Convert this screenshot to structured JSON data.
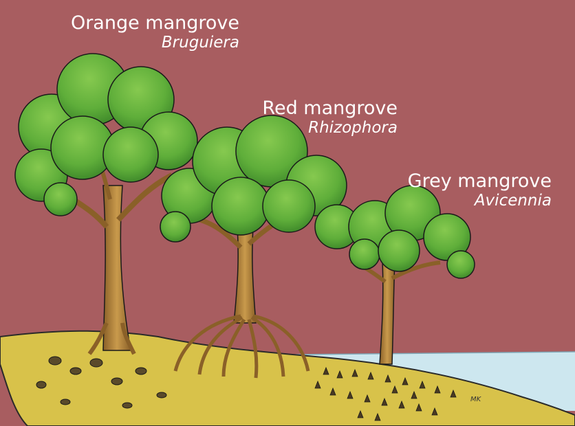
{
  "trees": [
    {
      "common_name": "Orange mangrove",
      "genus": "Bruguiera"
    },
    {
      "common_name": "Red mangrove",
      "genus": "Rhizophora"
    },
    {
      "common_name": "Grey mangrove",
      "genus": "Avicennia"
    }
  ],
  "artist_initials": "MK",
  "colors": {
    "background": "#a85d60",
    "ground": "#d8c24a",
    "water": "#cde7ef",
    "foliage_dark": "#3f8f2c",
    "foliage_light": "#7fc44a",
    "trunk": "#b8883e"
  },
  "icons": [
    "orange-mangrove-tree",
    "red-mangrove-tree",
    "grey-mangrove-tree",
    "pneumatophores",
    "knee-roots",
    "prop-roots"
  ]
}
